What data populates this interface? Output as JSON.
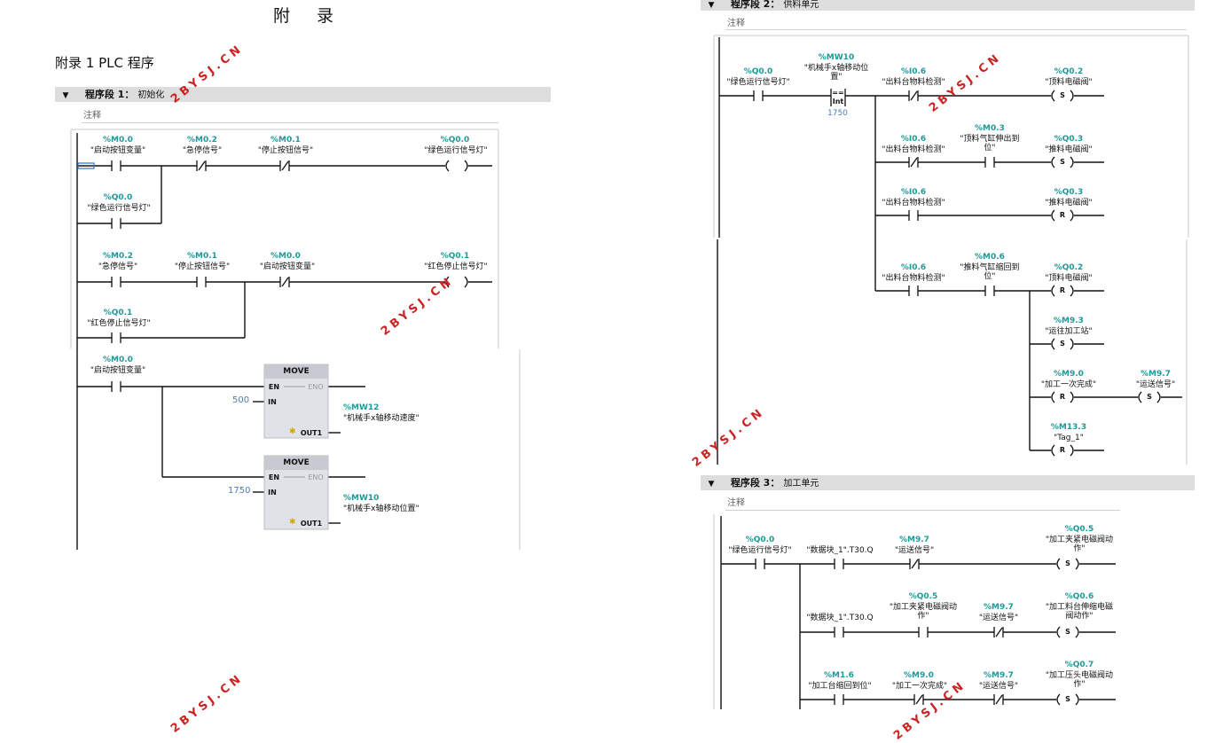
{
  "page": {
    "title": "附 录",
    "subtitle": "附录 1 PLC 程序",
    "watermark": "2BYSJ.CN"
  },
  "segments": [
    {
      "label": "程序段 1：",
      "name": "初始化",
      "comment": "注释"
    },
    {
      "label": "程序段 2：",
      "name": "供料单元",
      "comment": "注释"
    },
    {
      "label": "程序段 3：",
      "name": "加工单元",
      "comment": "注释"
    }
  ],
  "seg1": {
    "r1": [
      {
        "addr": "%M0.0",
        "name": "\"启动按钮变量\""
      },
      {
        "addr": "%M0.2",
        "name": "\"急停信号\""
      },
      {
        "addr": "%M0.1",
        "name": "\"停止按钮信号\""
      },
      {
        "addr": "%Q0.0",
        "name": "\"绿色运行信号灯\""
      }
    ],
    "r1b": {
      "addr": "%Q0.0",
      "name": "\"绿色运行信号灯\""
    },
    "r2": [
      {
        "addr": "%M0.2",
        "name": "\"急停信号\""
      },
      {
        "addr": "%M0.1",
        "name": "\"停止按钮信号\""
      },
      {
        "addr": "%M0.0",
        "name": "\"启动按钮变量\""
      },
      {
        "addr": "%Q0.1",
        "name": "\"红色停止信号灯\""
      }
    ],
    "r2b": {
      "addr": "%Q0.1",
      "name": "\"红色停止信号灯\""
    },
    "r3": {
      "addr": "%M0.0",
      "name": "\"启动按钮变量\""
    },
    "move1": {
      "title": "MOVE",
      "en": "EN",
      "eno": "ENO",
      "in": "IN",
      "out": "OUT1",
      "in_val": "500",
      "out_addr": "%MW12",
      "out_name": "\"机械手x轴移动速度\""
    },
    "move2": {
      "title": "MOVE",
      "en": "EN",
      "eno": "ENO",
      "in": "IN",
      "out": "OUT1",
      "in_val": "1750",
      "out_addr": "%MW10",
      "out_name": "\"机械手x轴移动位置\""
    }
  },
  "seg2": {
    "q00": {
      "addr": "%Q0.0",
      "name": "\"绿色运行信号灯\""
    },
    "mw10": {
      "addr": "%MW10",
      "name": "\"机械手x轴移动位置\"",
      "op": "==",
      "type": "Int",
      "val": "1750"
    },
    "i06a": {
      "addr": "%I0.6",
      "name": "\"出料台物料检测\""
    },
    "q02a": {
      "addr": "%Q0.2",
      "name": "\"顶料电磁阀\"",
      "coil": "S"
    },
    "i06b": {
      "addr": "%I0.6",
      "name": "\"出料台物料检测\""
    },
    "m03": {
      "addr": "%M0.3",
      "name": "\"顶料气缸伸出到位\""
    },
    "q03a": {
      "addr": "%Q0.3",
      "name": "\"推料电磁阀\"",
      "coil": "S"
    },
    "i06c": {
      "addr": "%I0.6",
      "name": "\"出料台物料检测\""
    },
    "q03b": {
      "addr": "%Q0.3",
      "name": "\"推料电磁阀\"",
      "coil": "R"
    },
    "i06d": {
      "addr": "%I0.6",
      "name": "\"出料台物料检测\""
    },
    "m06": {
      "addr": "%M0.6",
      "name": "\"推料气缸缩回到位\""
    },
    "q02b": {
      "addr": "%Q0.2",
      "name": "\"顶料电磁阀\"",
      "coil": "R"
    },
    "m93": {
      "addr": "%M9.3",
      "name": "\"运往加工站\"",
      "coil": "S"
    },
    "m90": {
      "addr": "%M9.0",
      "name": "\"加工一次完成\"",
      "coil": "R"
    },
    "m97": {
      "addr": "%M9.7",
      "name": "\"运送信号\"",
      "coil": "S"
    },
    "m133": {
      "addr": "%M13.3",
      "name": "\"Tag_1\"",
      "coil": "R"
    }
  },
  "seg3": {
    "q00": {
      "addr": "%Q0.0",
      "name": "\"绿色运行信号灯\""
    },
    "t30a": {
      "addr": "",
      "name": "\"数据块_1\".T30.Q"
    },
    "m97a": {
      "addr": "%M9.7",
      "name": "\"运送信号\""
    },
    "q05a": {
      "addr": "%Q0.5",
      "name": "\"加工夹紧电磁阀动作\"",
      "coil": "S"
    },
    "t30b": {
      "addr": "",
      "name": "\"数据块_1\".T30.Q"
    },
    "q05b": {
      "addr": "%Q0.5",
      "name": "\"加工夹紧电磁阀动作\""
    },
    "m97b": {
      "addr": "%M9.7",
      "name": "\"运送信号\""
    },
    "q06": {
      "addr": "%Q0.6",
      "name": "\"加工料台伸缩电磁阀动作\"",
      "coil": "S"
    },
    "m16": {
      "addr": "%M1.6",
      "name": "\"加工台缩回到位\""
    },
    "m90": {
      "addr": "%M9.0",
      "name": "\"加工一次完成\""
    },
    "m97c": {
      "addr": "%M9.7",
      "name": "\"运送信号\""
    },
    "q07": {
      "addr": "%Q0.7",
      "name": "\"加工压头电磁阀动作\"",
      "coil": "S"
    }
  }
}
